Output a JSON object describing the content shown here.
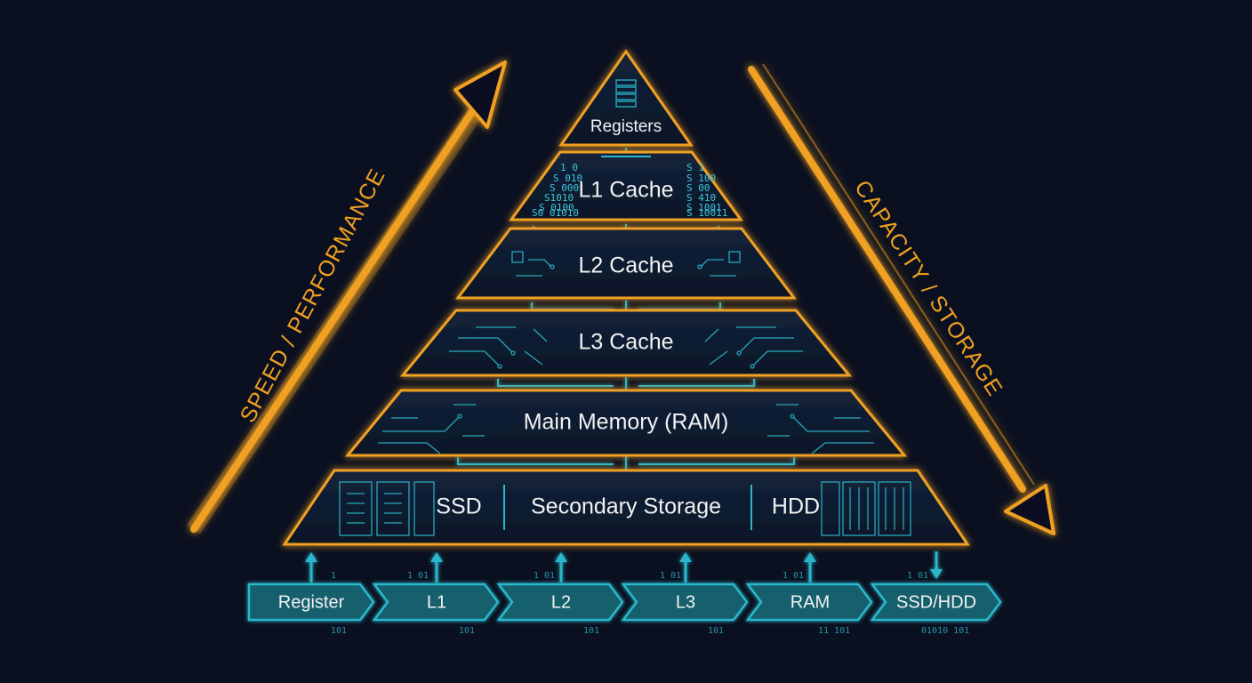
{
  "pyramid": {
    "tiers": [
      {
        "label": "Registers"
      },
      {
        "label": "L1 Cache"
      },
      {
        "label": "L2 Cache"
      },
      {
        "label": "L3 Cache"
      },
      {
        "label": "Main Memory (RAM)"
      },
      {
        "label": "Secondary Storage",
        "left_label": "SSD",
        "right_label": "HDD"
      }
    ]
  },
  "axes": {
    "left": "SPEED / PERFORMANCE",
    "right": "CAPACITY / STORAGE"
  },
  "flow": {
    "steps": [
      "Register",
      "L1",
      "L2",
      "L3",
      "RAM",
      "SSD/HDD"
    ]
  },
  "binary": {
    "l1_left": [
      "1 0",
      "S 010",
      "S 000",
      "S1010",
      "S 0100",
      "S0 01010"
    ],
    "l1_right": [
      "S 1",
      "S 100",
      "S 00",
      "S 410",
      "S 1001",
      "S 10011"
    ],
    "flow_top": [
      "1",
      "1 01",
      "1 01",
      "1 01",
      "1 01",
      "1 01"
    ],
    "flow_bottom": [
      "101",
      "101",
      "101",
      "101",
      "11 101",
      "01010 101"
    ]
  },
  "colors": {
    "background": "#0b1020",
    "accent_orange": "#f0a020",
    "accent_cyan": "#2bb7cc",
    "tier_fill": "#0f1a2b",
    "chevron_fill": "#15606e"
  }
}
